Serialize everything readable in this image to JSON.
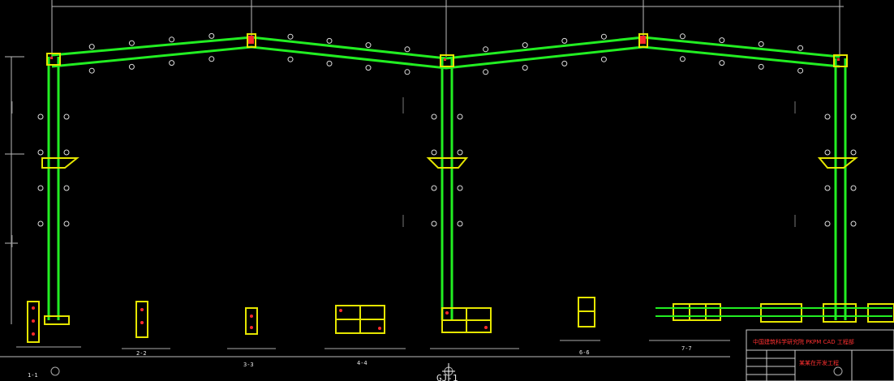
{
  "colors": {
    "background": "#000000",
    "frame": "#22ee22",
    "detail": "#e5e500",
    "bolt": "#ff2a2a",
    "annotation": "#e6e6e6",
    "titleblock_text": "#ff3030"
  },
  "sections": [
    {
      "id": "s1",
      "label": "1-1"
    },
    {
      "id": "s2",
      "label": "2-2"
    },
    {
      "id": "s3",
      "label": "3-3"
    },
    {
      "id": "s4",
      "label": "4-4"
    },
    {
      "id": "s6",
      "label": "6-6"
    },
    {
      "id": "s7",
      "label": "7-7"
    }
  ],
  "drawing_mark": "GJ-1",
  "title_block": {
    "institute": "中国建筑科学研究院 PKPM CAD 工程部",
    "project": "某某在开发工程"
  },
  "cursor_icon": "crosshair-cursor-icon"
}
